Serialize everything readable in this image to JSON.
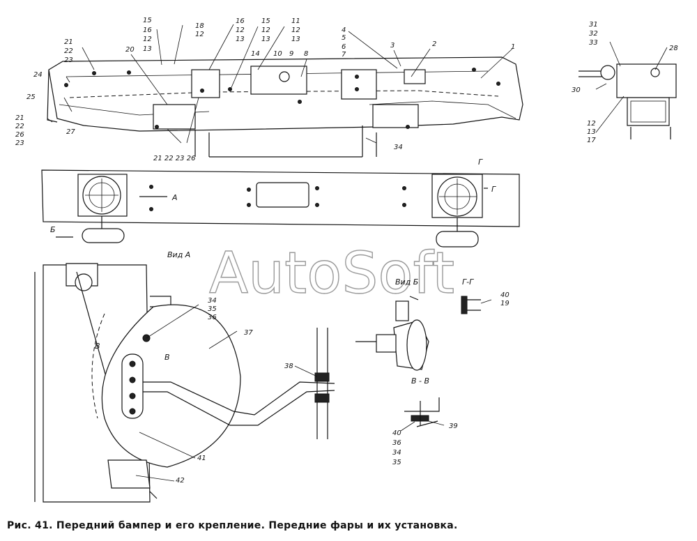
{
  "caption": "Рис. 41. Передний бампер и его крепление. Передние фары  и их установка.",
  "watermark": "AutoSoft",
  "view_labels": {
    "view_a": "Вид  А",
    "view_b": "Вид  Б",
    "section_gg": "Г-Г",
    "section_vv": "В - В",
    "arrow_a": "А",
    "arrow_b": "Б",
    "arrow_g_top": "Г",
    "arrow_g_side": "Г",
    "arrow_v_left": "В",
    "arrow_v_right": "В"
  },
  "callouts": {
    "c1": "1",
    "c2": "2",
    "c3": "3",
    "c4567": [
      "4",
      "5",
      "6",
      "7"
    ],
    "c8": "8",
    "c9": "9",
    "c10": "10",
    "c14": "14",
    "c11_12_13": [
      "11",
      "12",
      "13"
    ],
    "c15_12_13": [
      "15",
      "12",
      "13"
    ],
    "c16_12_13": [
      "16",
      "12",
      "13"
    ],
    "c18_12": [
      "18",
      "12"
    ],
    "c15_16_12_13": [
      "15",
      "16",
      "12",
      "13"
    ],
    "c20": "20",
    "c21_22_23_top": [
      "21",
      "22",
      "23"
    ],
    "c24": "24",
    "c25": "25",
    "c27": "27",
    "c21_22_26_23": [
      "21",
      "22",
      "26",
      "23"
    ],
    "c_bottom_row": "21 22 23 26",
    "c34_top": "34",
    "c31_32_33": [
      "31",
      "32",
      "33"
    ],
    "c28": "28",
    "c30": "30",
    "c12_13_17": [
      "12",
      "13",
      "17"
    ],
    "c34_35_36": [
      "34",
      "35",
      "36"
    ],
    "c37": "37",
    "c38": "38",
    "c41": "41",
    "c42": "42",
    "c40_19": [
      "40",
      "19"
    ],
    "c39": "39",
    "c40_36_34_35": [
      "40",
      "36",
      "34",
      "35"
    ]
  }
}
